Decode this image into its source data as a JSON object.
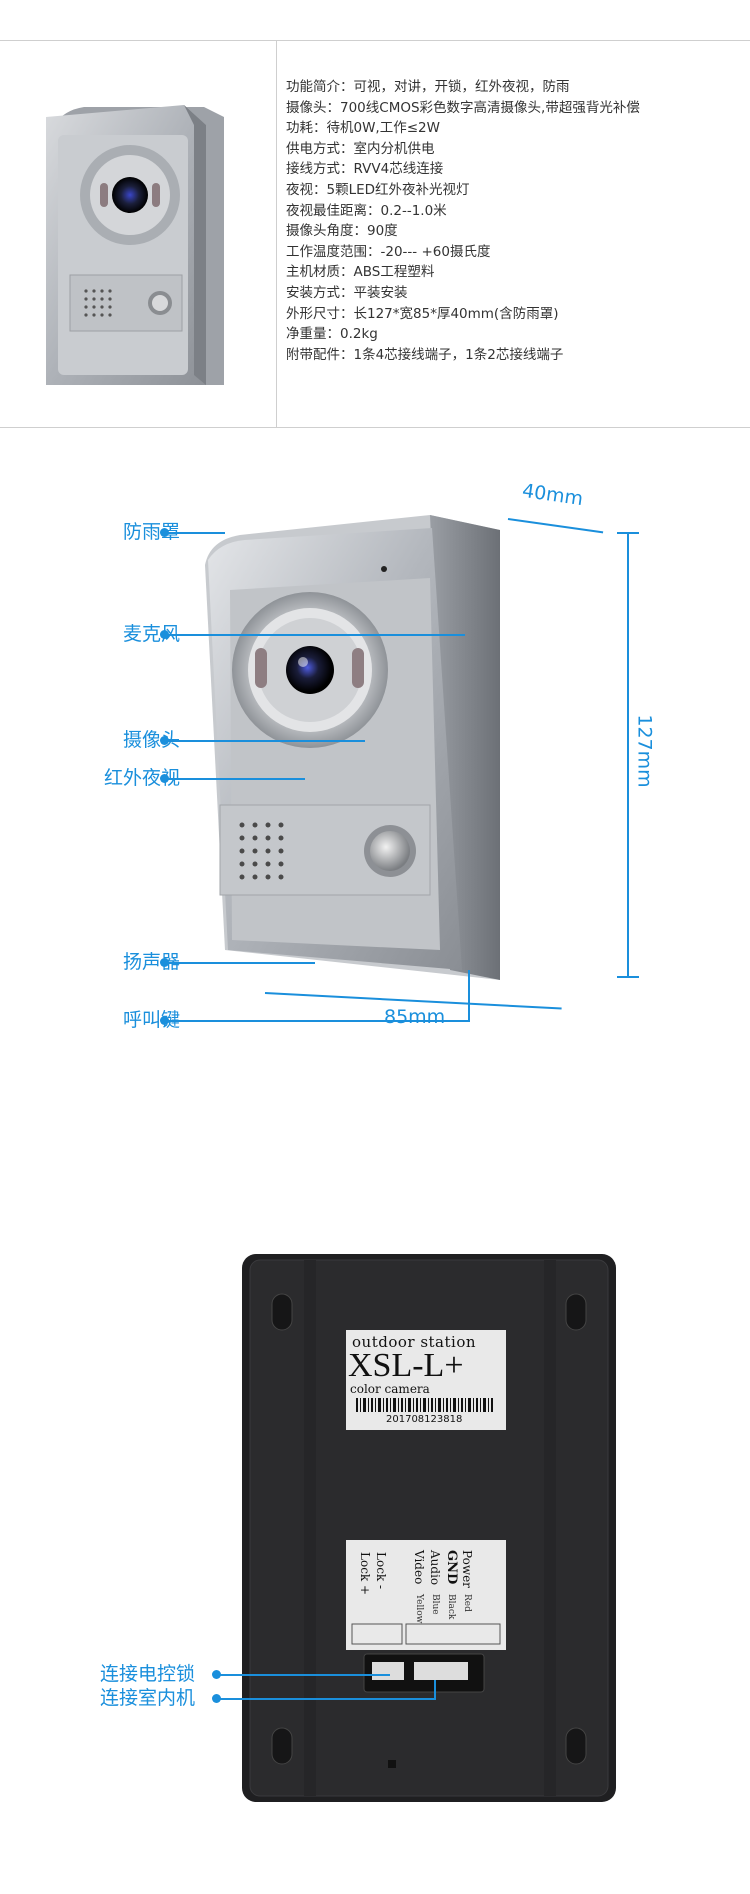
{
  "spec": {
    "lines": [
      "功能简介：可视，对讲，开锁，红外夜视，防雨",
      "摄像头：700线CMOS彩色数字高清摄像头,带超强背光补偿",
      "功耗：待机0W,工作≤2W",
      "供电方式：室内分机供电",
      "接线方式：RVV4芯线连接",
      "夜视：5颗LED红外夜补光视灯",
      "夜视最佳距离：0.2--1.0米",
      "摄像头角度：90度",
      "工作温度范围：-20--- +60摄氏度",
      "主机材质：ABS工程塑料",
      "安装方式：平装安装",
      "外形尺寸：长127*宽85*厚40mm(含防雨罩)",
      "净重量：0.2kg",
      "附带配件：1条4芯接线端子，1条2芯接线端子"
    ]
  },
  "dimensions": {
    "callouts": [
      "防雨罩",
      "麦克风",
      "摄像头",
      "红外夜视",
      "扬声器",
      "呼叫键"
    ],
    "depth": "40mm",
    "height": "127mm",
    "width": "85mm"
  },
  "back_panel": {
    "label_title": "outdoor station",
    "model": "XSL-L+",
    "subtitle": "color camera",
    "serial": "201708123818",
    "terminal_left": [
      "Lock +",
      "Lock -"
    ],
    "terminal_right": [
      "Power",
      "GND",
      "Audio",
      "Video"
    ],
    "terminal_colors": [
      "Red",
      "Black",
      "Blue",
      "Yellow"
    ],
    "callouts": [
      "连接电控锁",
      "连接室内机"
    ]
  },
  "colors": {
    "accent": "#1a8fdc",
    "device_silver": "#b8bcc2",
    "back_black": "#2b2b2d"
  }
}
